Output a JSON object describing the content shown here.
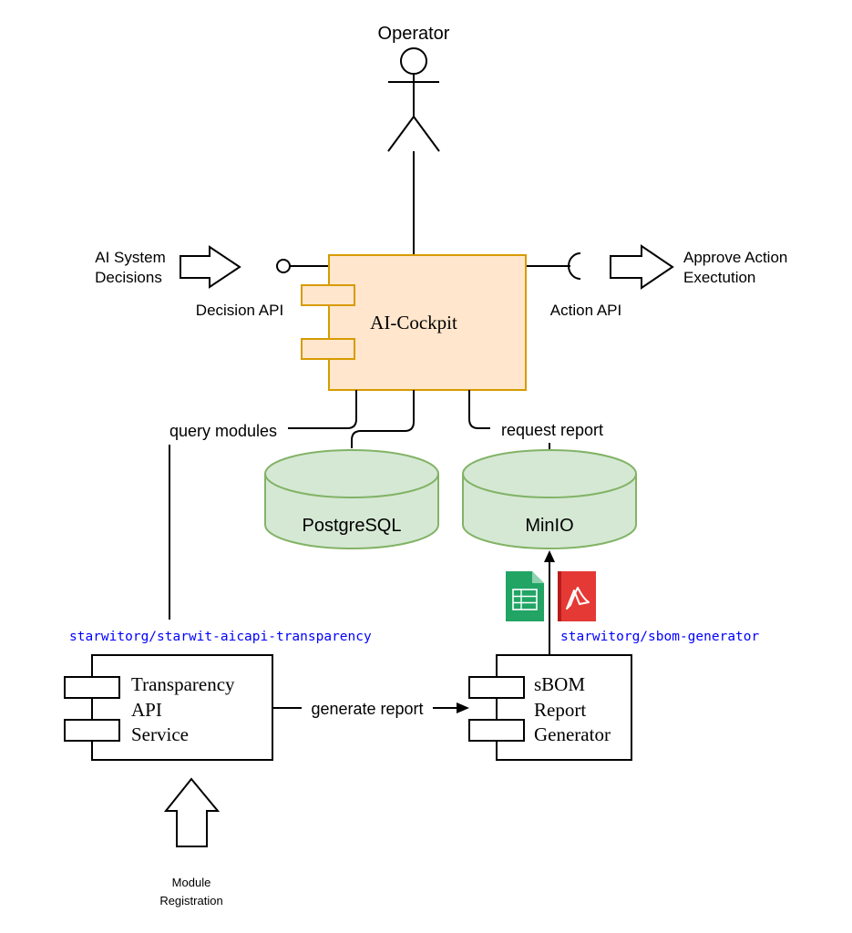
{
  "actor": {
    "label": "Operator"
  },
  "inputs": {
    "ai_decisions": {
      "line1": "AI System",
      "line2": "Decisions"
    },
    "approve_action": {
      "line1": "Approve Action",
      "line2": "Exectution"
    },
    "module_registration": {
      "line1": "Module",
      "line2": "Registration"
    }
  },
  "interfaces": {
    "decision_api": "Decision API",
    "action_api": "Action API"
  },
  "components": {
    "cockpit": "AI-Cockpit",
    "transparency": {
      "line1": "Transparency",
      "line2": "API",
      "line3": "Service"
    },
    "sbom": {
      "line1": "sBOM",
      "line2": "Report",
      "line3": "Generator"
    }
  },
  "databases": {
    "postgres": "PostgreSQL",
    "minio": "MinIO"
  },
  "edges": {
    "query_modules": "query modules",
    "request_report": "request report",
    "generate_report": "generate report"
  },
  "repos": {
    "transparency": "starwitorg/starwit-aicapi-transparency",
    "sbom": "starwitorg/sbom-generator"
  },
  "colors": {
    "cockpit_fill": "#ffe6cc",
    "cockpit_stroke": "#d79b00",
    "db_fill": "#d5e8d4",
    "db_stroke": "#82b366",
    "repo_text": "#0000ff",
    "sheet_icon": "#21a464",
    "pdf_icon": "#e53935"
  },
  "icons": [
    "spreadsheet-icon",
    "pdf-icon"
  ]
}
